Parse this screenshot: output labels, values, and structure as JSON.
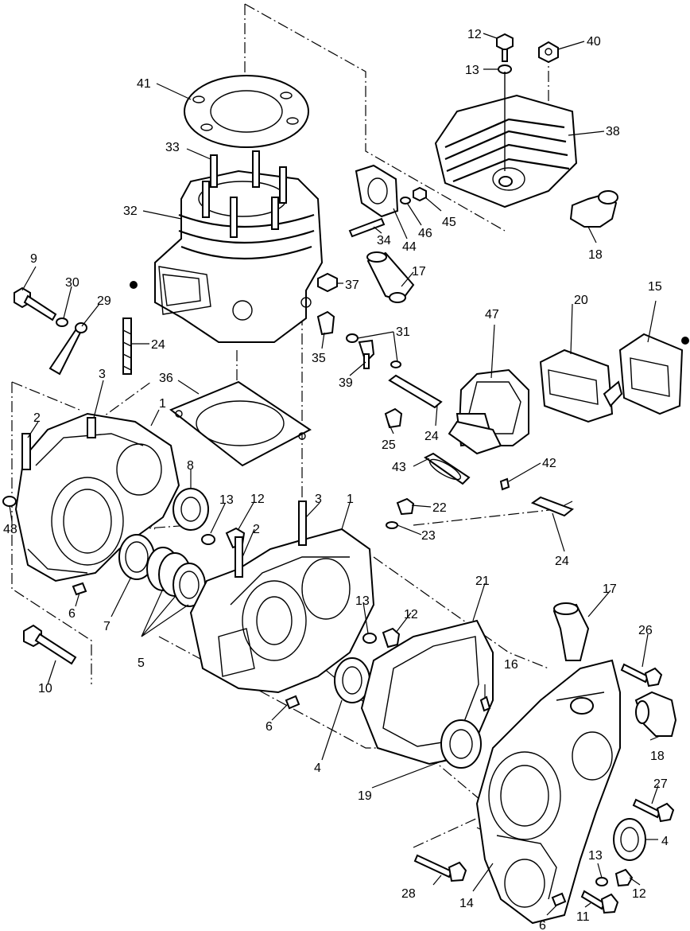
{
  "callouts": [
    {
      "id": "c12a",
      "text": "12"
    },
    {
      "id": "c40",
      "text": "40"
    },
    {
      "id": "c13a",
      "text": "13"
    },
    {
      "id": "c38",
      "text": "38"
    },
    {
      "id": "c41",
      "text": "41"
    },
    {
      "id": "c33",
      "text": "33"
    },
    {
      "id": "c32",
      "text": "32"
    },
    {
      "id": "c45",
      "text": "45"
    },
    {
      "id": "c46",
      "text": "46"
    },
    {
      "id": "c44",
      "text": "44"
    },
    {
      "id": "c34",
      "text": "34"
    },
    {
      "id": "c18a",
      "text": "18"
    },
    {
      "id": "c17a",
      "text": "17"
    },
    {
      "id": "c9",
      "text": "9"
    },
    {
      "id": "c30",
      "text": "30"
    },
    {
      "id": "c29",
      "text": "29"
    },
    {
      "id": "c37",
      "text": "37"
    },
    {
      "id": "c47",
      "text": "47"
    },
    {
      "id": "c20",
      "text": "20"
    },
    {
      "id": "c15",
      "text": "15"
    },
    {
      "id": "c31",
      "text": "31"
    },
    {
      "id": "c24a",
      "text": "24"
    },
    {
      "id": "c35",
      "text": "35"
    },
    {
      "id": "c39",
      "text": "39"
    },
    {
      "id": "c3a",
      "text": "3"
    },
    {
      "id": "c36",
      "text": "36"
    },
    {
      "id": "c2a",
      "text": "2"
    },
    {
      "id": "c1a",
      "text": "1"
    },
    {
      "id": "c24b",
      "text": "24"
    },
    {
      "id": "c25",
      "text": "25"
    },
    {
      "id": "c43",
      "text": "43"
    },
    {
      "id": "c42",
      "text": "42"
    },
    {
      "id": "c8",
      "text": "8"
    },
    {
      "id": "c13b",
      "text": "13"
    },
    {
      "id": "c12b",
      "text": "12"
    },
    {
      "id": "c3b",
      "text": "3"
    },
    {
      "id": "c1b",
      "text": "1"
    },
    {
      "id": "c22",
      "text": "22"
    },
    {
      "id": "c23",
      "text": "23"
    },
    {
      "id": "c48",
      "text": "48"
    },
    {
      "id": "c2b",
      "text": "2"
    },
    {
      "id": "c24c",
      "text": "24"
    },
    {
      "id": "c21",
      "text": "21"
    },
    {
      "id": "c17b",
      "text": "17"
    },
    {
      "id": "c6a",
      "text": "6"
    },
    {
      "id": "c7",
      "text": "7"
    },
    {
      "id": "c13c",
      "text": "13"
    },
    {
      "id": "c12c",
      "text": "12"
    },
    {
      "id": "c26",
      "text": "26"
    },
    {
      "id": "c5",
      "text": "5"
    },
    {
      "id": "c16",
      "text": "16"
    },
    {
      "id": "c10",
      "text": "10"
    },
    {
      "id": "c6b",
      "text": "6"
    },
    {
      "id": "c4a",
      "text": "4"
    },
    {
      "id": "c18b",
      "text": "18"
    },
    {
      "id": "c19",
      "text": "19"
    },
    {
      "id": "c27",
      "text": "27"
    },
    {
      "id": "c4b",
      "text": "4"
    },
    {
      "id": "c13d",
      "text": "13"
    },
    {
      "id": "c28",
      "text": "28"
    },
    {
      "id": "c12d",
      "text": "12"
    },
    {
      "id": "c14",
      "text": "14"
    },
    {
      "id": "c11",
      "text": "11"
    },
    {
      "id": "c6c",
      "text": "6"
    }
  ]
}
